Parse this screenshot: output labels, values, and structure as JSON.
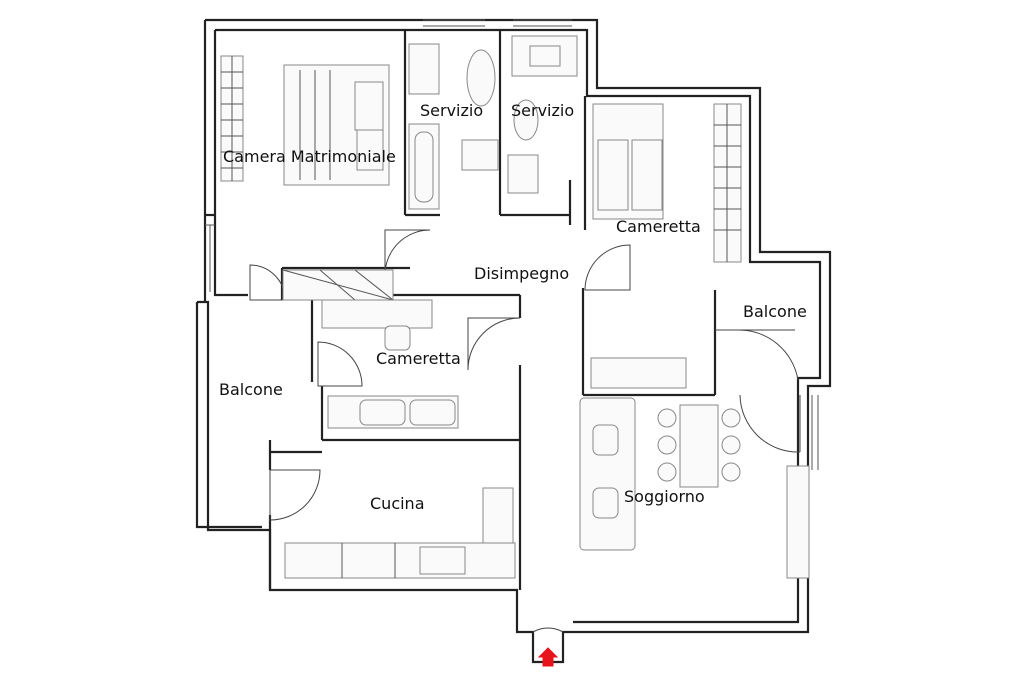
{
  "rooms": {
    "camera_matrimoniale": "Camera Matrimoniale",
    "servizio_1": "Servizio",
    "servizio_2": "Servizio",
    "cameretta_1": "Cameretta",
    "disimpegno": "Disimpegno",
    "balcone_1": "Balcone",
    "cameretta_2": "Cameretta",
    "balcone_2": "Balcone",
    "cucina": "Cucina",
    "soggiorno": "Soggiorno"
  },
  "colors": {
    "wall": "#222222",
    "furniture": "#888888",
    "entrance_marker": "#e8141b"
  },
  "icons": {
    "entrance": "entrance-arrow-icon"
  }
}
